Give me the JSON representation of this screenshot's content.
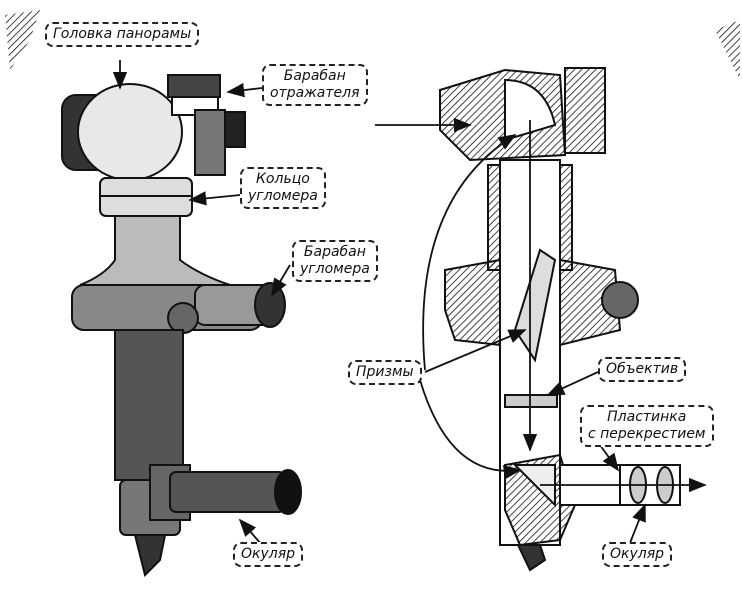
{
  "labels": {
    "panorama_head": "Головка панорамы",
    "reflector_drum_l1": "Барабан",
    "reflector_drum_l2": "отражателя",
    "goniometer_ring_l1": "Кольцо",
    "goniometer_ring_l2": "угломера",
    "goniometer_drum_l1": "Барабан",
    "goniometer_drum_l2": "угломера",
    "prisms": "Призмы",
    "objective": "Объектив",
    "reticle_l1": "Пластинка",
    "reticle_l2": "с перекрестием",
    "eyepiece_left": "Окуляр",
    "eyepiece_right": "Окуляр"
  },
  "colors": {
    "ink": "#111111",
    "paper": "#ffffff"
  }
}
